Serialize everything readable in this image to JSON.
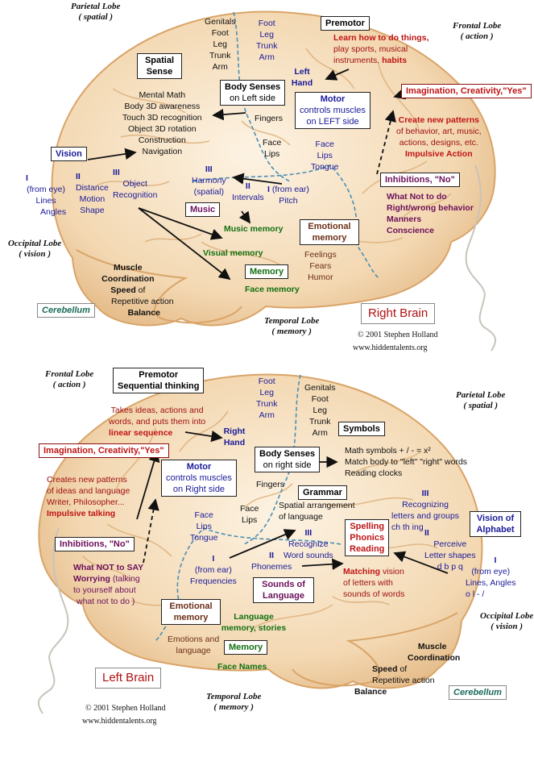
{
  "right": {
    "lobes": {
      "parietal": {
        "name": "Parietal Lobe",
        "role": "( spatial )"
      },
      "frontal": {
        "name": "Frontal Lobe",
        "role": "( action )"
      },
      "occipital": {
        "name": "Occipital Lobe",
        "role": "( vision )"
      },
      "temporal": {
        "name": "Temporal Lobe",
        "role": "( memory )"
      }
    },
    "premotor": {
      "title": "Premotor",
      "l1": "Learn how to do things,",
      "l2": "play sports, musical",
      "l3": "instruments,",
      "l3b": "habits"
    },
    "genitals": [
      "Genitals",
      "Foot",
      "Leg",
      "Trunk",
      "Arm"
    ],
    "foot": [
      "Foot",
      "Leg",
      "Trunk",
      "Arm"
    ],
    "left_hand": "Left Hand",
    "spatial_sense": "Spatial Sense",
    "body_senses": {
      "title": "Body Senses",
      "sub": "on Left side"
    },
    "spatial_list": [
      "Mental Math",
      "Body 3D awareness",
      "Touch 3D recognition",
      "Object 3D rotation",
      "Construction",
      "Navigation"
    ],
    "motor": {
      "title": "Motor",
      "l1": "controls muscles",
      "l2": "on LEFT side"
    },
    "imagination": {
      "title": "Imagination, Creativity,\"Yes\"",
      "l1": "Create new patterns",
      "l2": "of behavior, art, music,",
      "l3": "actions, designs, etc.",
      "l4": "Impulsive Action"
    },
    "fingers": "Fingers",
    "vision": "Vision",
    "face_lips": [
      "Face",
      "Lips"
    ],
    "face_lips_tongue": [
      "Face",
      "Lips",
      "Tongue"
    ],
    "v1": {
      "num": "I",
      "l1": "(from eye)",
      "l2": "Lines",
      "l3": "Angles"
    },
    "v2": {
      "num": "II",
      "l1": "Distance",
      "l2": "Motion",
      "l3": "Shape"
    },
    "v3": {
      "num": "III",
      "l1": "Object",
      "l2": "Recognition"
    },
    "harmony": {
      "num": "III",
      "l1": "Harmony",
      "l2": "(spatial)"
    },
    "intervals": {
      "num": "II",
      "l1": "Intervals"
    },
    "pitch": {
      "num": "I",
      "l1": "(from ear)",
      "l2": "Pitch"
    },
    "inhibitions": {
      "title": "Inhibitions, \"No\"",
      "l1": "What Not to do",
      "l2": "Right/wrong behavior",
      "l3": "Manners",
      "l4": "Conscience"
    },
    "music": "Music",
    "music_memory": "Music memory",
    "emotional_memory": "Emotional memory",
    "visual_memory": "Visual memory",
    "feelings": [
      "Feelings",
      "Fears",
      "Humor"
    ],
    "muscle": {
      "l1": "Muscle",
      "l2": "Coordination",
      "l3b": "Speed",
      "l3": "of",
      "l4": "Repetitive action",
      "l5": "Balance"
    },
    "memory": "Memory",
    "face_memory": "Face memory",
    "cerebellum": "Cerebellum",
    "title": "Right Brain",
    "credit1": "© 2001 Stephen Holland",
    "credit2": "www.hiddentalents.org"
  },
  "left": {
    "lobes": {
      "frontal": {
        "name": "Frontal Lobe",
        "role": "( action )"
      },
      "parietal": {
        "name": "Parietal Lobe",
        "role": "( spatial )"
      },
      "occipital": {
        "name": "Occipital Lobe",
        "role": "( vision )"
      },
      "temporal": {
        "name": "Temporal Lobe",
        "role": "( memory )"
      }
    },
    "premotor": {
      "title": "Premotor",
      "title2": "Sequential thinking",
      "l1": "Takes ideas, actions and",
      "l2": "words, and puts them into",
      "l3": "linear sequence"
    },
    "foot": [
      "Foot",
      "Leg",
      "Trunk",
      "Arm"
    ],
    "genitals": [
      "Genitals",
      "Foot",
      "Leg",
      "Trunk",
      "Arm"
    ],
    "right_hand": "Right Hand",
    "symbols": "Symbols",
    "imagination": {
      "title": "Imagination, Creativity,\"Yes\"",
      "l1": "Creates new patterns",
      "l2": "of ideas and language",
      "l3": "Writer, Philosopher...",
      "l4": "Impulsive talking"
    },
    "motor": {
      "title": "Motor",
      "l1": "controls muscles",
      "l2": "on Right side"
    },
    "body_senses": {
      "title": "Body Senses",
      "sub": "on right side"
    },
    "math": {
      "l1": "Math symbols  + / - = x²",
      "l2": "Match body to \"left\" \"right\" words",
      "l3": "Reading clocks"
    },
    "fingers": "Fingers",
    "grammar": "Grammar",
    "spatial_arr": {
      "l1": "Spatial arrangement",
      "l2": "of language"
    },
    "v3": {
      "num": "III",
      "l1": "Recognizing",
      "l2": "letters and groups",
      "l3": "ch  th  ing"
    },
    "vision_alpha": "Vision of Alphabet",
    "face_lips_tongue": [
      "Face",
      "Lips",
      "Tongue"
    ],
    "face_lips": [
      "Face",
      "Lips"
    ],
    "recognize": {
      "num": "III",
      "l1": "Recognize",
      "l2": "Word sounds"
    },
    "spelling": [
      "Spelling",
      "Phonics",
      "Reading"
    ],
    "v2": {
      "num": "II",
      "l1": "Perceive",
      "l2": "Letter shapes",
      "l3": "d b p q"
    },
    "inhibitions": {
      "title": "Inhibitions, \"No\""
    },
    "what_not": {
      "l1": "What NOT to SAY",
      "l2": "Worrying",
      "l2b": "(talking",
      "l3": "to yourself about",
      "l4": "what not to do )"
    },
    "v1": {
      "num": "I",
      "l1": "(from eye)",
      "l2": "Lines, Angles",
      "l3": "o l - /"
    },
    "ear": {
      "num": "I",
      "l1": "(from ear)",
      "l2": "Frequencies"
    },
    "phonemes": {
      "num": "II",
      "l1": "Phonemes"
    },
    "matching": {
      "l1b": "Matching",
      "l1": "vision",
      "l2": "of letters with",
      "l3": "sounds of words"
    },
    "sounds": "Sounds of Language",
    "emotional_memory": "Emotional memory",
    "language_memory": "Language memory, stories",
    "emotions_lang": [
      "Emotions and",
      "language"
    ],
    "memory": "Memory",
    "face_names": "Face Names",
    "muscle": {
      "l1": "Muscle",
      "l2": "Coordination",
      "l3b": "Speed",
      "l3": "of",
      "l4": "Repetitive action",
      "l5": "Balance"
    },
    "cerebellum": "Cerebellum",
    "title": "Left Brain",
    "credit1": "© 2001 Stephen Holland",
    "credit2": "www.hiddentalents.org"
  }
}
